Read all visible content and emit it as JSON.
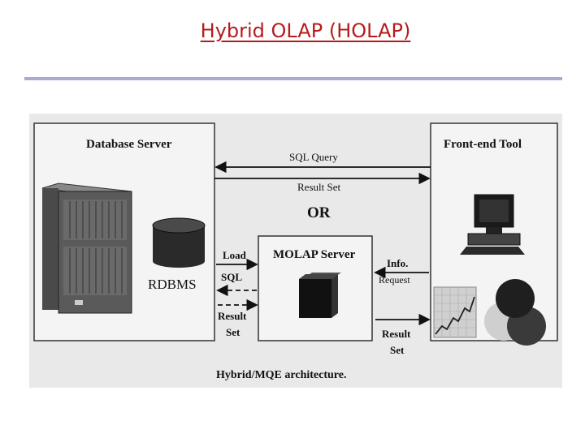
{
  "slide": {
    "title": "Hybrid OLAP (HOLAP)"
  },
  "diagram": {
    "database_server": "Database Server",
    "rdbms": "RDBMS",
    "front_end_tool": "Front-end Tool",
    "sql_query": "SQL Query",
    "result_set_top": "Result Set",
    "or": "OR",
    "molap_server": "MOLAP Server",
    "load": "Load",
    "sql": "SQL",
    "result_left_1": "Result",
    "result_left_2": "Set",
    "info": "Info.",
    "request": "Request",
    "result_right_1": "Result",
    "result_right_2": "Set",
    "caption": "Hybrid/MQE architecture."
  },
  "colors": {
    "title": "#b51c1c",
    "rule": "#a9a9d6",
    "figure_bg": "#e9e9e9"
  }
}
